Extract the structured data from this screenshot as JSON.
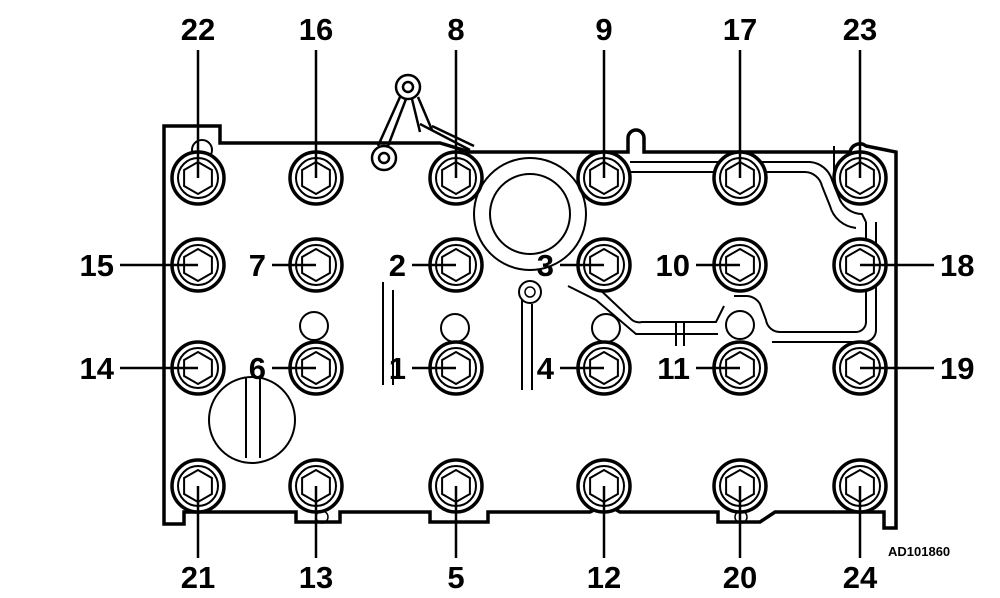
{
  "figure_code": "AD101860",
  "colors": {
    "line": "#000000",
    "background": "#ffffff"
  },
  "bolts": [
    {
      "id": "22"
    },
    {
      "id": "16"
    },
    {
      "id": "8"
    },
    {
      "id": "9"
    },
    {
      "id": "17"
    },
    {
      "id": "23"
    },
    {
      "id": "15"
    },
    {
      "id": "7"
    },
    {
      "id": "2"
    },
    {
      "id": "3"
    },
    {
      "id": "10"
    },
    {
      "id": "18"
    },
    {
      "id": "14"
    },
    {
      "id": "6"
    },
    {
      "id": "1"
    },
    {
      "id": "4"
    },
    {
      "id": "11"
    },
    {
      "id": "19"
    },
    {
      "id": "21"
    },
    {
      "id": "13"
    },
    {
      "id": "5"
    },
    {
      "id": "12"
    },
    {
      "id": "20"
    },
    {
      "id": "24"
    }
  ]
}
